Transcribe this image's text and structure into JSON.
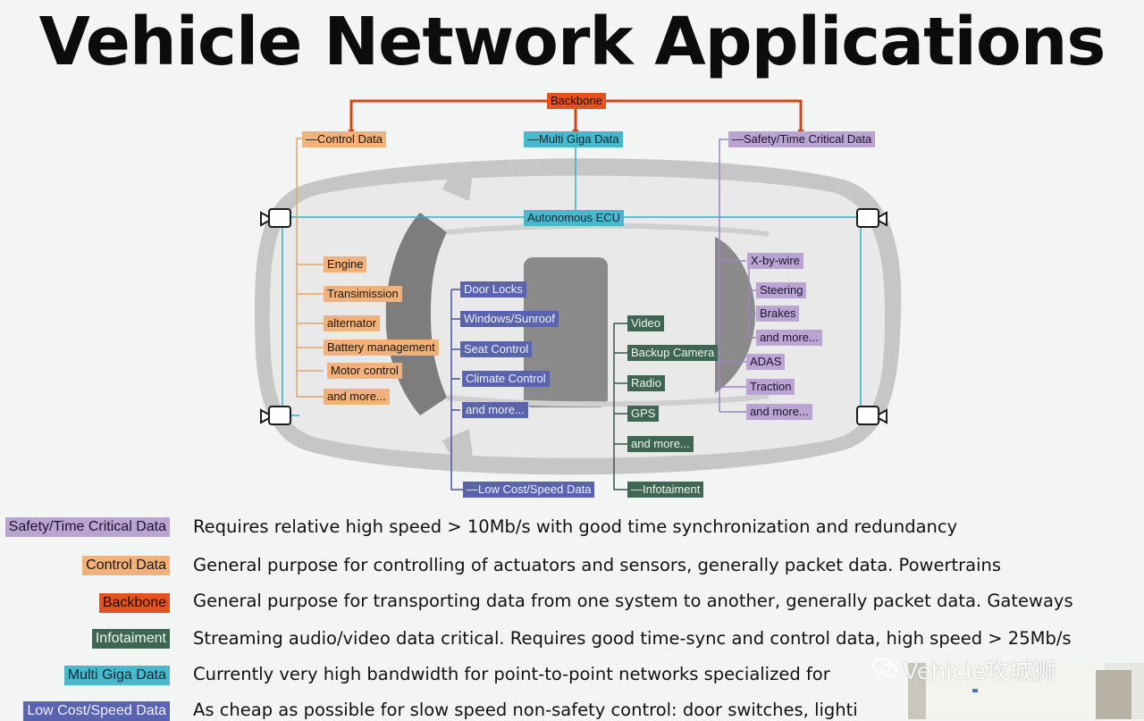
{
  "title": "Vehicle Network Applications",
  "colors": {
    "control": "#f0b27a",
    "low_cost": "#5a63ad",
    "infotainment": "#3e6653",
    "safety": "#b9a4d2",
    "multi_giga": "#4ab8cc",
    "backbone": "#e4531d"
  },
  "diagram": {
    "backbone": "Backbone",
    "control_data": "—Control Data",
    "multi_giga_data": "—Multi Giga Data",
    "safety_data": "—Safety/Time Critical Data",
    "autonomous_ecu": "Autonomous ECU",
    "control_items": [
      "Engine",
      "Transimission",
      "alternator",
      "Battery management",
      "Motor control",
      "and more..."
    ],
    "low_cost_items": [
      "Door Locks",
      "Windows/Sunroof",
      "Seat Control",
      "Climate Control",
      "and more..."
    ],
    "low_cost_label": "—Low Cost/Speed Data",
    "infotainment_items": [
      "Video",
      "Backup Camera",
      "Radio",
      "GPS",
      "and more..."
    ],
    "infotainment_label": "—Infotaiment",
    "safety_items": [
      "X-by-wire",
      "Steering",
      "Brakes",
      "and more...",
      "ADAS",
      "Traction",
      "and more..."
    ],
    "camera_icon": "camera-icon"
  },
  "legend": [
    {
      "key": "Safety/Time Critical Data",
      "desc": "Requires relative high speed > 10Mb/s with good time synchronization and redundancy"
    },
    {
      "key": "Control Data",
      "desc": "General purpose for controlling of actuators and sensors, generally packet data. Powertrains"
    },
    {
      "key": "Backbone",
      "desc": "General purpose for transporting data from one system to another, generally packet data. Gateways"
    },
    {
      "key": "Infotaiment",
      "desc": "Streaming audio/video data critical. Requires good time-sync and control data, high speed > 25Mb/s"
    },
    {
      "key": "Multi Giga Data",
      "desc": "Currently very high bandwidth for point-to-point networks specialized for"
    },
    {
      "key": "Low Cost/Speed Data",
      "desc": "As cheap as possible for slow speed non-safety control: door switches, lighti"
    }
  ],
  "watermark": "Vehicle攻城狮",
  "watermark_icon": "wechat-icon"
}
